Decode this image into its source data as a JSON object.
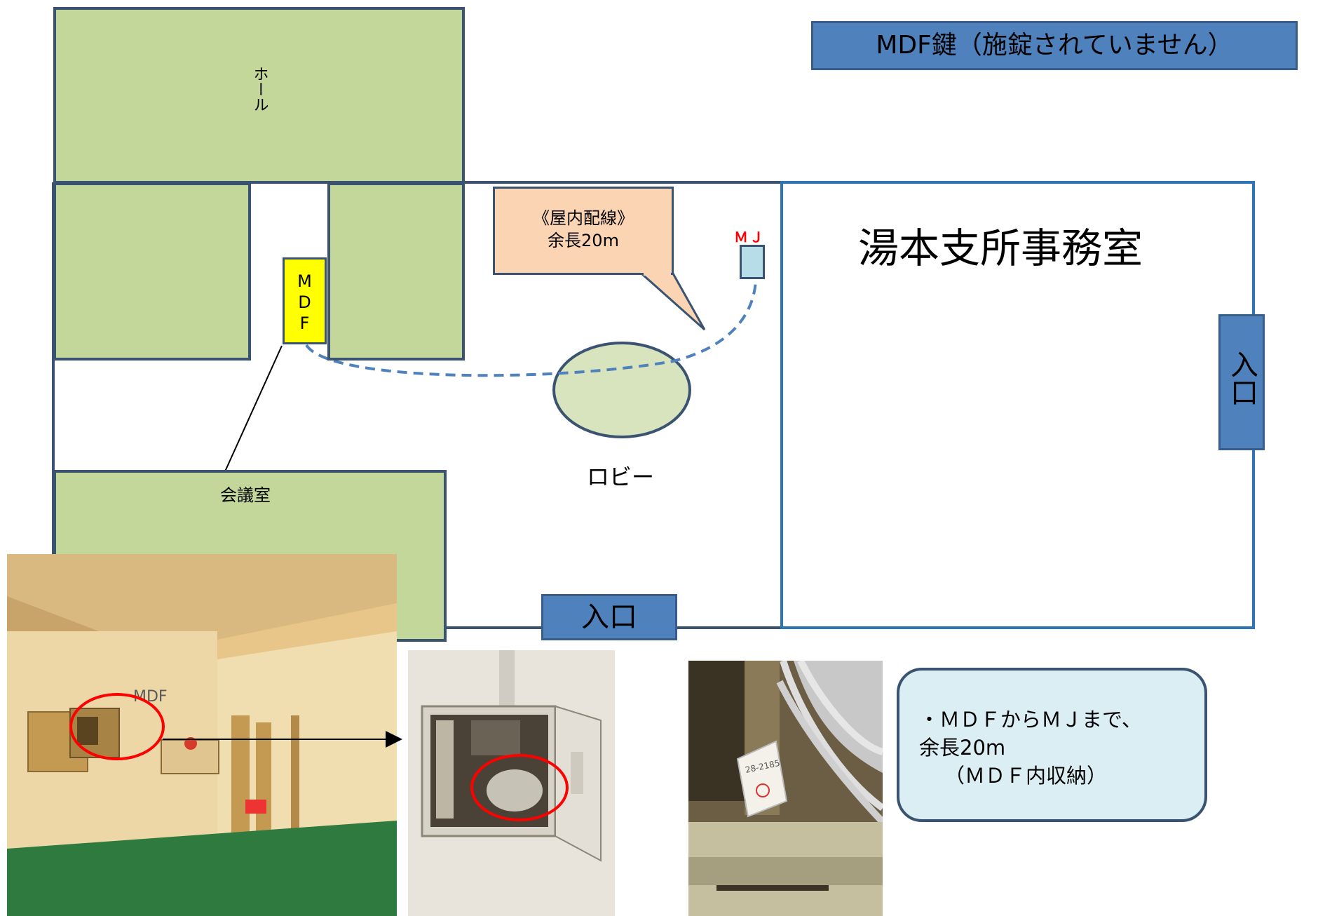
{
  "title": "MDF鍵（施錠されていません）",
  "rooms": {
    "hall": "ホール",
    "conference": "会議室",
    "office": "湯本支所事務室",
    "lobby": "ロビー"
  },
  "mdf_label": "ＭＤＦ",
  "mdf_letters": [
    "M",
    "D",
    "F"
  ],
  "mj_label": "ＭＪ",
  "entrance": "入口",
  "callout": {
    "line1": "《屋内配線》",
    "line2": "余長20m"
  },
  "note": {
    "line1": "・ＭＤＦからＭＪまで、",
    "line2": "余長20m",
    "line3": "（ＭＤＦ内収納）"
  },
  "photo_text": {
    "wall_sign": "MDF",
    "tag_text": "28-2185"
  },
  "colors": {
    "room_fill": "#c4d79b",
    "room_border": "#3a5371",
    "office_border": "#2e75b6",
    "title_fill": "#4f81bd",
    "mdf_fill": "#ffff00",
    "mj_fill": "#b7dee8",
    "callout_fill": "#fbd4b4",
    "note_fill": "#dbeef4",
    "highlight_circle": "#ff0000",
    "mj_label_color": "#ff0000"
  }
}
